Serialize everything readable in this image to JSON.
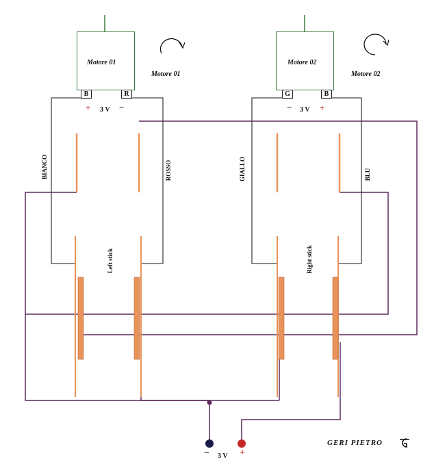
{
  "motors": [
    {
      "name": "Motore 01",
      "side_label": "Motore 01",
      "terminals": [
        "B",
        "R"
      ]
    },
    {
      "name": "Motore 02",
      "side_label": "Motore 02",
      "terminals": [
        "G",
        "B"
      ]
    }
  ],
  "motor_supply": [
    {
      "left_sign": "+",
      "voltage": "3 V",
      "right_sign": "−"
    },
    {
      "left_sign": "−",
      "voltage": "3 V",
      "right_sign": "+"
    }
  ],
  "wire_labels": [
    "BIANCO",
    "ROSSO",
    "GIALLO",
    "BLU"
  ],
  "sticks": [
    "Left stick",
    "Right stick"
  ],
  "battery": {
    "minus": "−",
    "voltage": "3 V",
    "plus": "+"
  },
  "author": "GERI PIETRO",
  "colors": {
    "purple_wire": "#5c2a5c",
    "gray_wire": "#444444",
    "contact_orange": "#e8935a",
    "motor_green": "#3d7a3d",
    "plus_red": "#c62828",
    "minus_navy": "#1a1a4a"
  }
}
